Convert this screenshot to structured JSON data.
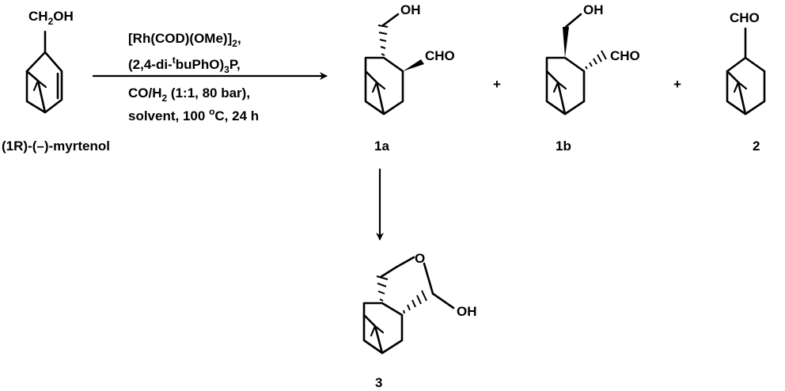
{
  "compounds": {
    "myrtenol": {
      "substituent": "CH",
      "substituent_sub": "2",
      "substituent_tail": "OH",
      "label": "(1R)-(–)-myrtenol"
    },
    "c1a": {
      "oh": "OH",
      "cho": "CHO",
      "label": "1a"
    },
    "c1b": {
      "oh": "OH",
      "cho": "CHO",
      "label": "1b"
    },
    "c2": {
      "cho": "CHO",
      "label": "2"
    },
    "c3": {
      "o": "O",
      "oh": "OH",
      "label": "3"
    }
  },
  "conditions": {
    "line1_main": "[Rh(COD)(OMe)]",
    "line1_sub": "2",
    "line1_end": ",",
    "line2_a": "(2,4-di-",
    "line2_sup": "t",
    "line2_b": "buPhO)",
    "line2_sub": "3",
    "line2_c": "P,",
    "line3_a": "CO/H",
    "line3_sub": "2",
    "line3_b": " (1:1, 80 bar),",
    "line4_a": "solvent, 100 ",
    "line4_sup": "o",
    "line4_b": "C, 24 h"
  },
  "plus_signs": [
    "+",
    "+"
  ]
}
